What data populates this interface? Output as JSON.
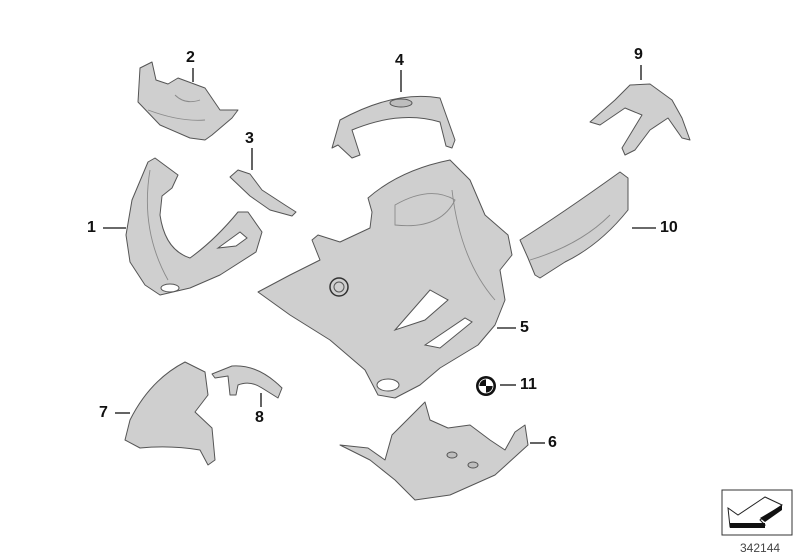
{
  "diagram": {
    "type": "exploded parts diagram",
    "subject": "motorcycle fairing / trim panels",
    "callouts": [
      {
        "id": "1",
        "label": "1"
      },
      {
        "id": "2",
        "label": "2"
      },
      {
        "id": "3",
        "label": "3"
      },
      {
        "id": "4",
        "label": "4"
      },
      {
        "id": "5",
        "label": "5"
      },
      {
        "id": "6",
        "label": "6"
      },
      {
        "id": "7",
        "label": "7"
      },
      {
        "id": "8",
        "label": "8"
      },
      {
        "id": "9",
        "label": "9"
      },
      {
        "id": "10",
        "label": "10"
      },
      {
        "id": "11",
        "label": "11"
      }
    ],
    "colors": {
      "part_fill": "#cfcfcf",
      "outline": "#555555",
      "callout_text": "#111111",
      "background": "#ffffff"
    },
    "reference_number": "342144",
    "nav_icon": "arrow-down-left-icon"
  }
}
